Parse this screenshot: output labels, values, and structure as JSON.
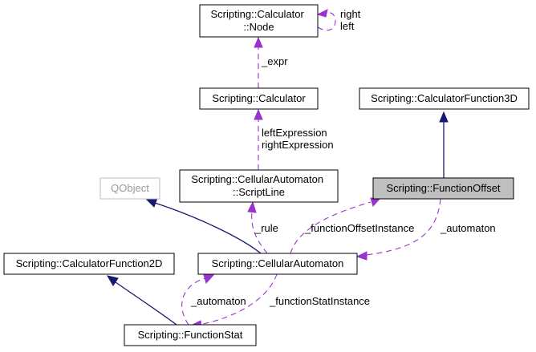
{
  "nodes": {
    "calc_node": {
      "lines": [
        "Scripting::Calculator",
        "::Node"
      ]
    },
    "calculator": {
      "lines": [
        "Scripting::Calculator"
      ]
    },
    "calc_fn3d": {
      "lines": [
        "Scripting::CalculatorFunction3D"
      ]
    },
    "qobject": {
      "lines": [
        "QObject"
      ]
    },
    "script_line": {
      "lines": [
        "Scripting::CellularAutomaton",
        "::ScriptLine"
      ]
    },
    "fn_offset": {
      "lines": [
        "Scripting::FunctionOffset"
      ]
    },
    "calc_fn2d": {
      "lines": [
        "Scripting::CalculatorFunction2D"
      ]
    },
    "cellular": {
      "lines": [
        "Scripting::CellularAutomaton"
      ]
    },
    "fn_stat": {
      "lines": [
        "Scripting::FunctionStat"
      ]
    }
  },
  "edges": {
    "node_self": {
      "lines": [
        "right",
        "left"
      ]
    },
    "expr": {
      "lines": [
        "_expr"
      ]
    },
    "expressions": {
      "lines": [
        "leftExpression",
        "rightExpression"
      ]
    },
    "rule": {
      "lines": [
        "_rule"
      ]
    },
    "fn_offset_instance": {
      "lines": [
        "_functionOffsetInstance"
      ]
    },
    "automaton_offset": {
      "lines": [
        "_automaton"
      ]
    },
    "automaton_stat": {
      "lines": [
        "_automaton"
      ]
    },
    "fn_stat_instance": {
      "lines": [
        "_functionStatInstance"
      ]
    }
  },
  "colors": {
    "dependency": "#9a32cd",
    "inheritance": "#191970",
    "highlight": "#bfbfbf"
  }
}
